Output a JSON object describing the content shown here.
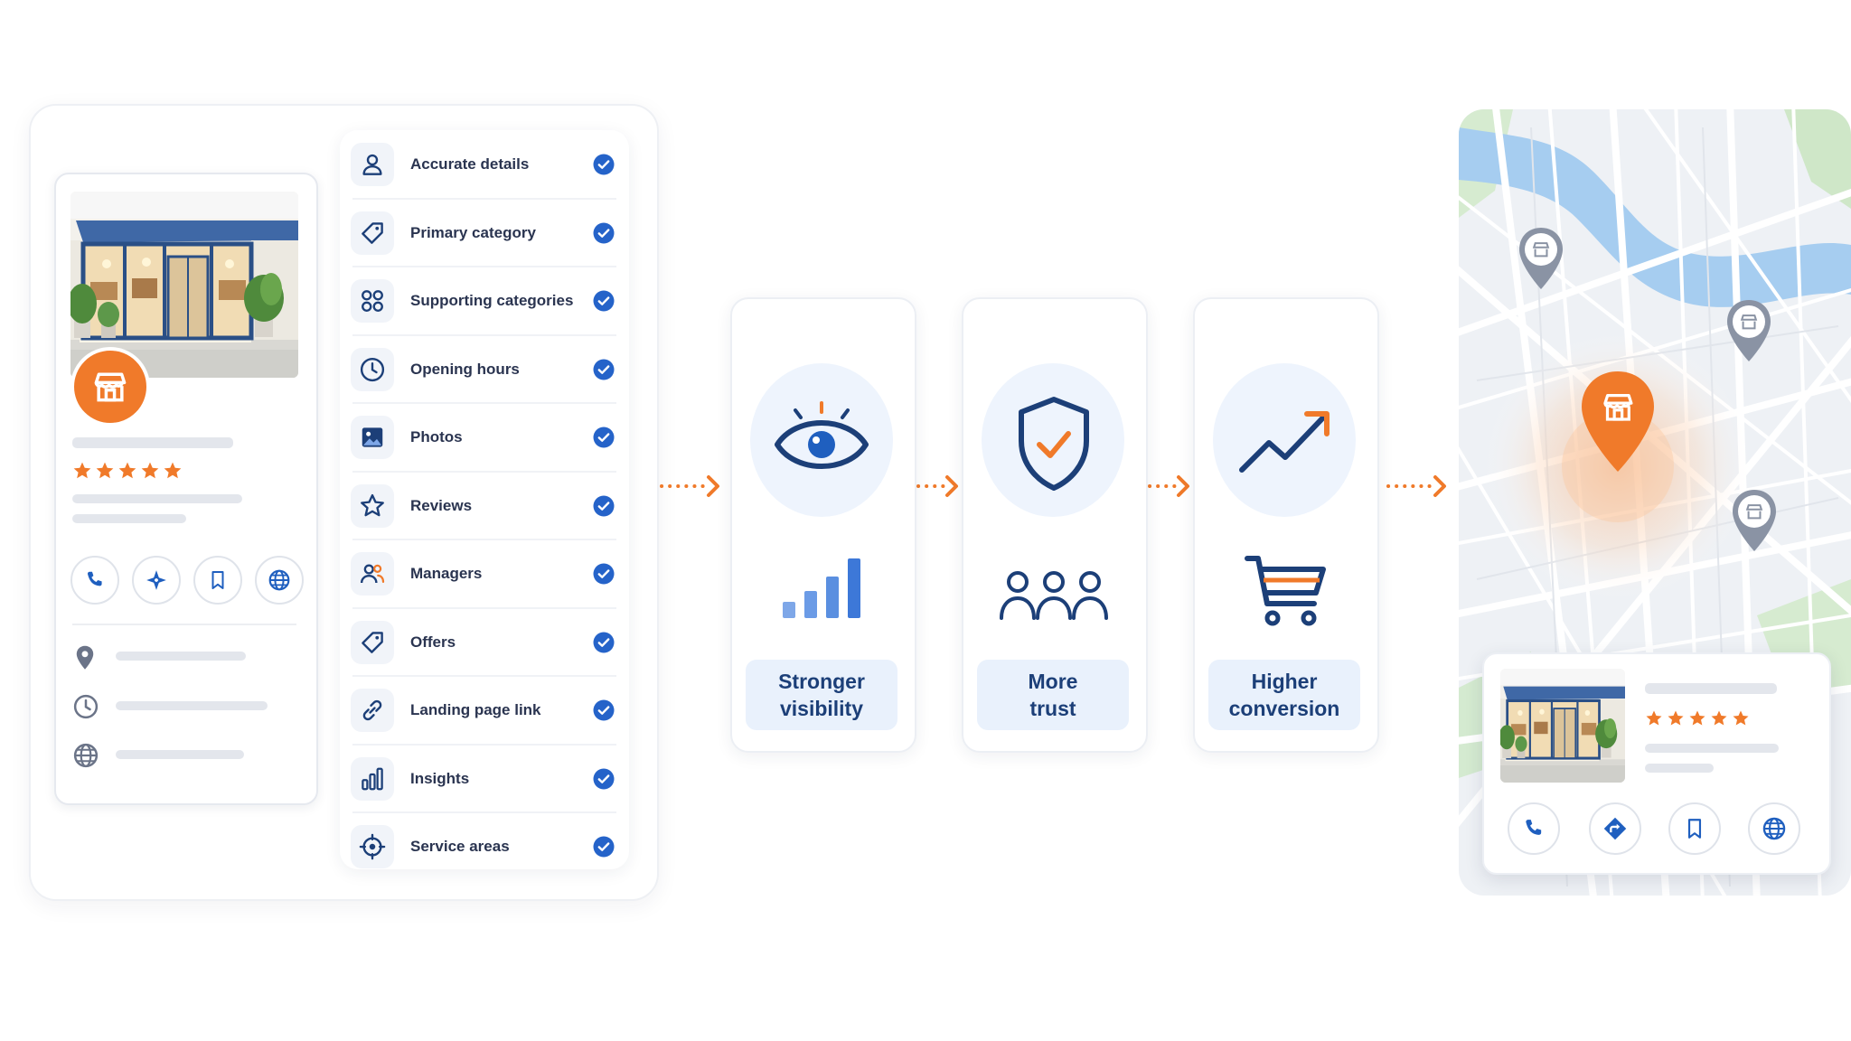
{
  "profile_card": {
    "rating_stars": 5,
    "actions": [
      {
        "icon": "phone-icon"
      },
      {
        "icon": "directions-icon"
      },
      {
        "icon": "bookmark-icon"
      },
      {
        "icon": "globe-icon"
      }
    ],
    "info_rows": [
      {
        "icon": "location-pin-icon"
      },
      {
        "icon": "clock-icon"
      },
      {
        "icon": "globe-icon"
      }
    ]
  },
  "checklist": [
    {
      "label": "Accurate details",
      "icon": "person-icon",
      "checked": true
    },
    {
      "label": "Primary category",
      "icon": "tag-icon",
      "checked": true
    },
    {
      "label": "Supporting categories",
      "icon": "grid-circles-icon",
      "checked": true
    },
    {
      "label": "Opening hours",
      "icon": "clock-icon",
      "checked": true
    },
    {
      "label": "Photos",
      "icon": "image-icon",
      "checked": true
    },
    {
      "label": "Reviews",
      "icon": "star-icon",
      "checked": true
    },
    {
      "label": "Managers",
      "icon": "users-icon",
      "checked": true
    },
    {
      "label": "Offers",
      "icon": "tag-icon",
      "checked": true
    },
    {
      "label": "Landing page link",
      "icon": "link-icon",
      "checked": true
    },
    {
      "label": "Insights",
      "icon": "bar-chart-icon",
      "checked": true
    },
    {
      "label": "Service areas",
      "icon": "target-icon",
      "checked": true
    }
  ],
  "benefits": [
    {
      "line1": "Stronger",
      "line2": "visibility",
      "icon_top": "eye-icon",
      "icon_bottom": "signal-bars-icon"
    },
    {
      "line1": "More",
      "line2": "trust",
      "icon_top": "shield-check-icon",
      "icon_bottom": "people-icon"
    },
    {
      "line1": "Higher",
      "line2": "conversion",
      "icon_top": "trend-up-icon",
      "icon_bottom": "cart-icon"
    }
  ],
  "map_result": {
    "rating_stars": 5,
    "actions": [
      {
        "icon": "phone-icon"
      },
      {
        "icon": "directions-icon"
      },
      {
        "icon": "bookmark-icon"
      },
      {
        "icon": "globe-icon"
      }
    ]
  },
  "colors": {
    "primary_blue": "#1f5fbf",
    "navy": "#1c3f78",
    "accent_orange": "#f07a2a",
    "check_blue": "#2563c9",
    "light_blue_bg": "#e9f1fc"
  }
}
